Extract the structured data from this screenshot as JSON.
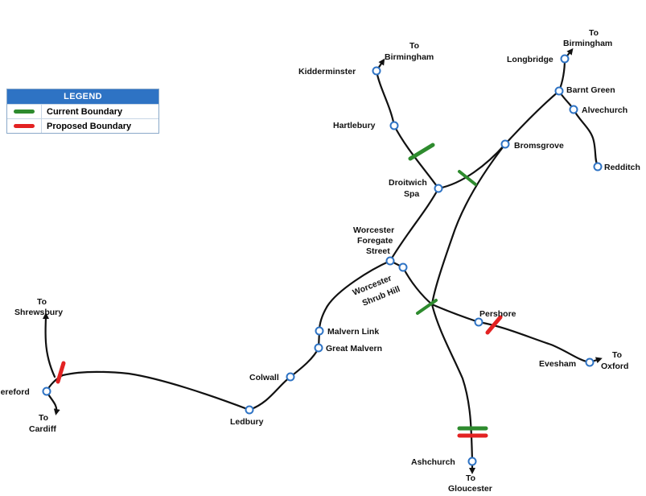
{
  "legend": {
    "title": "LEGEND",
    "items": [
      {
        "label": "Current Boundary",
        "color": "#2e8b2e"
      },
      {
        "label": "Proposed Boundary",
        "color": "#e32222"
      }
    ]
  },
  "colors": {
    "track": "#111111",
    "station_ring": "#2e73c4",
    "current_boundary": "#2e8b2e",
    "proposed_boundary": "#e32222"
  },
  "stations": {
    "kidderminster": "Kidderminster",
    "hartlebury": "Hartlebury",
    "droitwich_1": "Droitwich",
    "droitwich_2": "Spa",
    "bromsgrove": "Bromsgrove",
    "longbridge": "Longbridge",
    "barnt_green": "Barnt Green",
    "alvechurch": "Alvechurch",
    "redditch": "Redditch",
    "foregate_1": "Worcester",
    "foregate_2": "Foregate",
    "foregate_3": "Street",
    "shrub_hill_1": "Worcester",
    "shrub_hill_2": "Shrub Hill",
    "pershore": "Pershore",
    "evesham": "Evesham",
    "malvern_link": "Malvern Link",
    "great_malvern": "Great Malvern",
    "colwall": "Colwall",
    "ledbury": "Ledbury",
    "hereford": "Hereford",
    "ashchurch": "Ashchurch"
  },
  "destinations": {
    "birmingham_w_1": "To",
    "birmingham_w_2": "Birmingham",
    "birmingham_e_1": "To",
    "birmingham_e_2": "Birmingham",
    "shrewsbury_1": "To",
    "shrewsbury_2": "Shrewsbury",
    "cardiff_1": "To",
    "cardiff_2": "Cardiff",
    "oxford_1": "To",
    "oxford_2": "Oxford",
    "gloucester_1": "To",
    "gloucester_2": "Gloucester"
  }
}
